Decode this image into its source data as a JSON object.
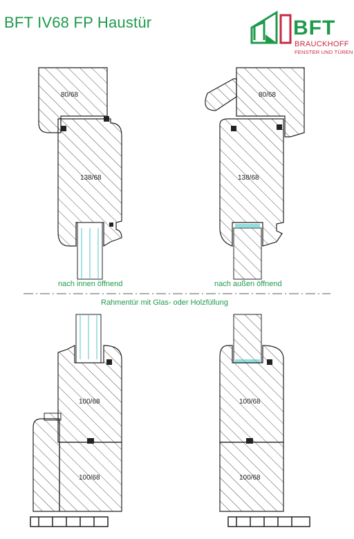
{
  "header": {
    "title": "BFT IV68 FP Haustür"
  },
  "logo": {
    "brand": "BFT",
    "line1": "BRAUCKHOFF",
    "line2": "FENSTER UND TÜREN",
    "colors": {
      "green": "#1e9a4b",
      "red": "#c62a40"
    }
  },
  "sections": {
    "top_left": {
      "frame": "80/68",
      "sash": "138/68"
    },
    "top_right": {
      "frame": "80/68",
      "sash": "138/68"
    },
    "bottom_left": {
      "upper": "100/68",
      "lower": "100/68"
    },
    "bottom_right": {
      "upper": "100/68",
      "lower": "100/68"
    }
  },
  "captions": {
    "inward": "nach innen öffnend",
    "outward": "nach außen öffnend",
    "middle": "Rahmentür mit Glas- oder Holzfüllung"
  },
  "colors": {
    "green_text": "#1e9a4b",
    "glass": "#4cc7c7",
    "line": "#222222"
  }
}
